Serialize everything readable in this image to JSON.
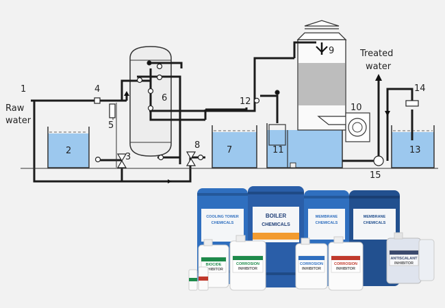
{
  "diagram": {
    "labels": {
      "raw_water_1": "Raw",
      "raw_water_2": "water",
      "treated_water_1": "Treated",
      "treated_water_2": "water",
      "n1": "1",
      "n2": "2",
      "n3": "3",
      "n4": "4",
      "n5": "5",
      "n6": "6",
      "n7": "7",
      "n8": "8",
      "n9": "9",
      "n10": "10",
      "n11": "11",
      "n12": "12",
      "n13": "13",
      "n14": "14",
      "n15": "15"
    },
    "colors": {
      "pipe": "#1b1b1b",
      "water": "#9cc8ee",
      "tank_stroke": "#333333"
    }
  },
  "products": {
    "drums": [
      {
        "label_line1": "COOLING TOWER",
        "label_line2": "CHEMICALS",
        "color": "#2f6fbf"
      },
      {
        "label_line1": "BOILER",
        "label_line2": "CHEMICALS",
        "color": "#2a5ea8"
      },
      {
        "label_line1": "MEMBRANE",
        "label_line2": "CHEMICALS",
        "color": "#2f6fbf"
      },
      {
        "label_line1": "MEMBRANE",
        "label_line2": "CHEMICALS",
        "color": "#22508f"
      }
    ],
    "jugs": [
      {
        "label_line1": "BIOCIDE",
        "label_line2": "INHIBITOR",
        "band": "#1e8a4a"
      },
      {
        "label_line1": "CORROSION",
        "label_line2": "INHIBITOR",
        "band": "#1e8a4a"
      },
      {
        "label_line1": "CORROSION",
        "label_line2": "INHIBITOR",
        "band": "#2f6fbf"
      },
      {
        "label_line1": "CORROSION",
        "label_line2": "INHIBITOR",
        "band": "#c0392b"
      },
      {
        "label_line1": "ANTISCALANT",
        "label_line2": "INHIBITOR",
        "band": "#3c4a6e"
      }
    ]
  }
}
